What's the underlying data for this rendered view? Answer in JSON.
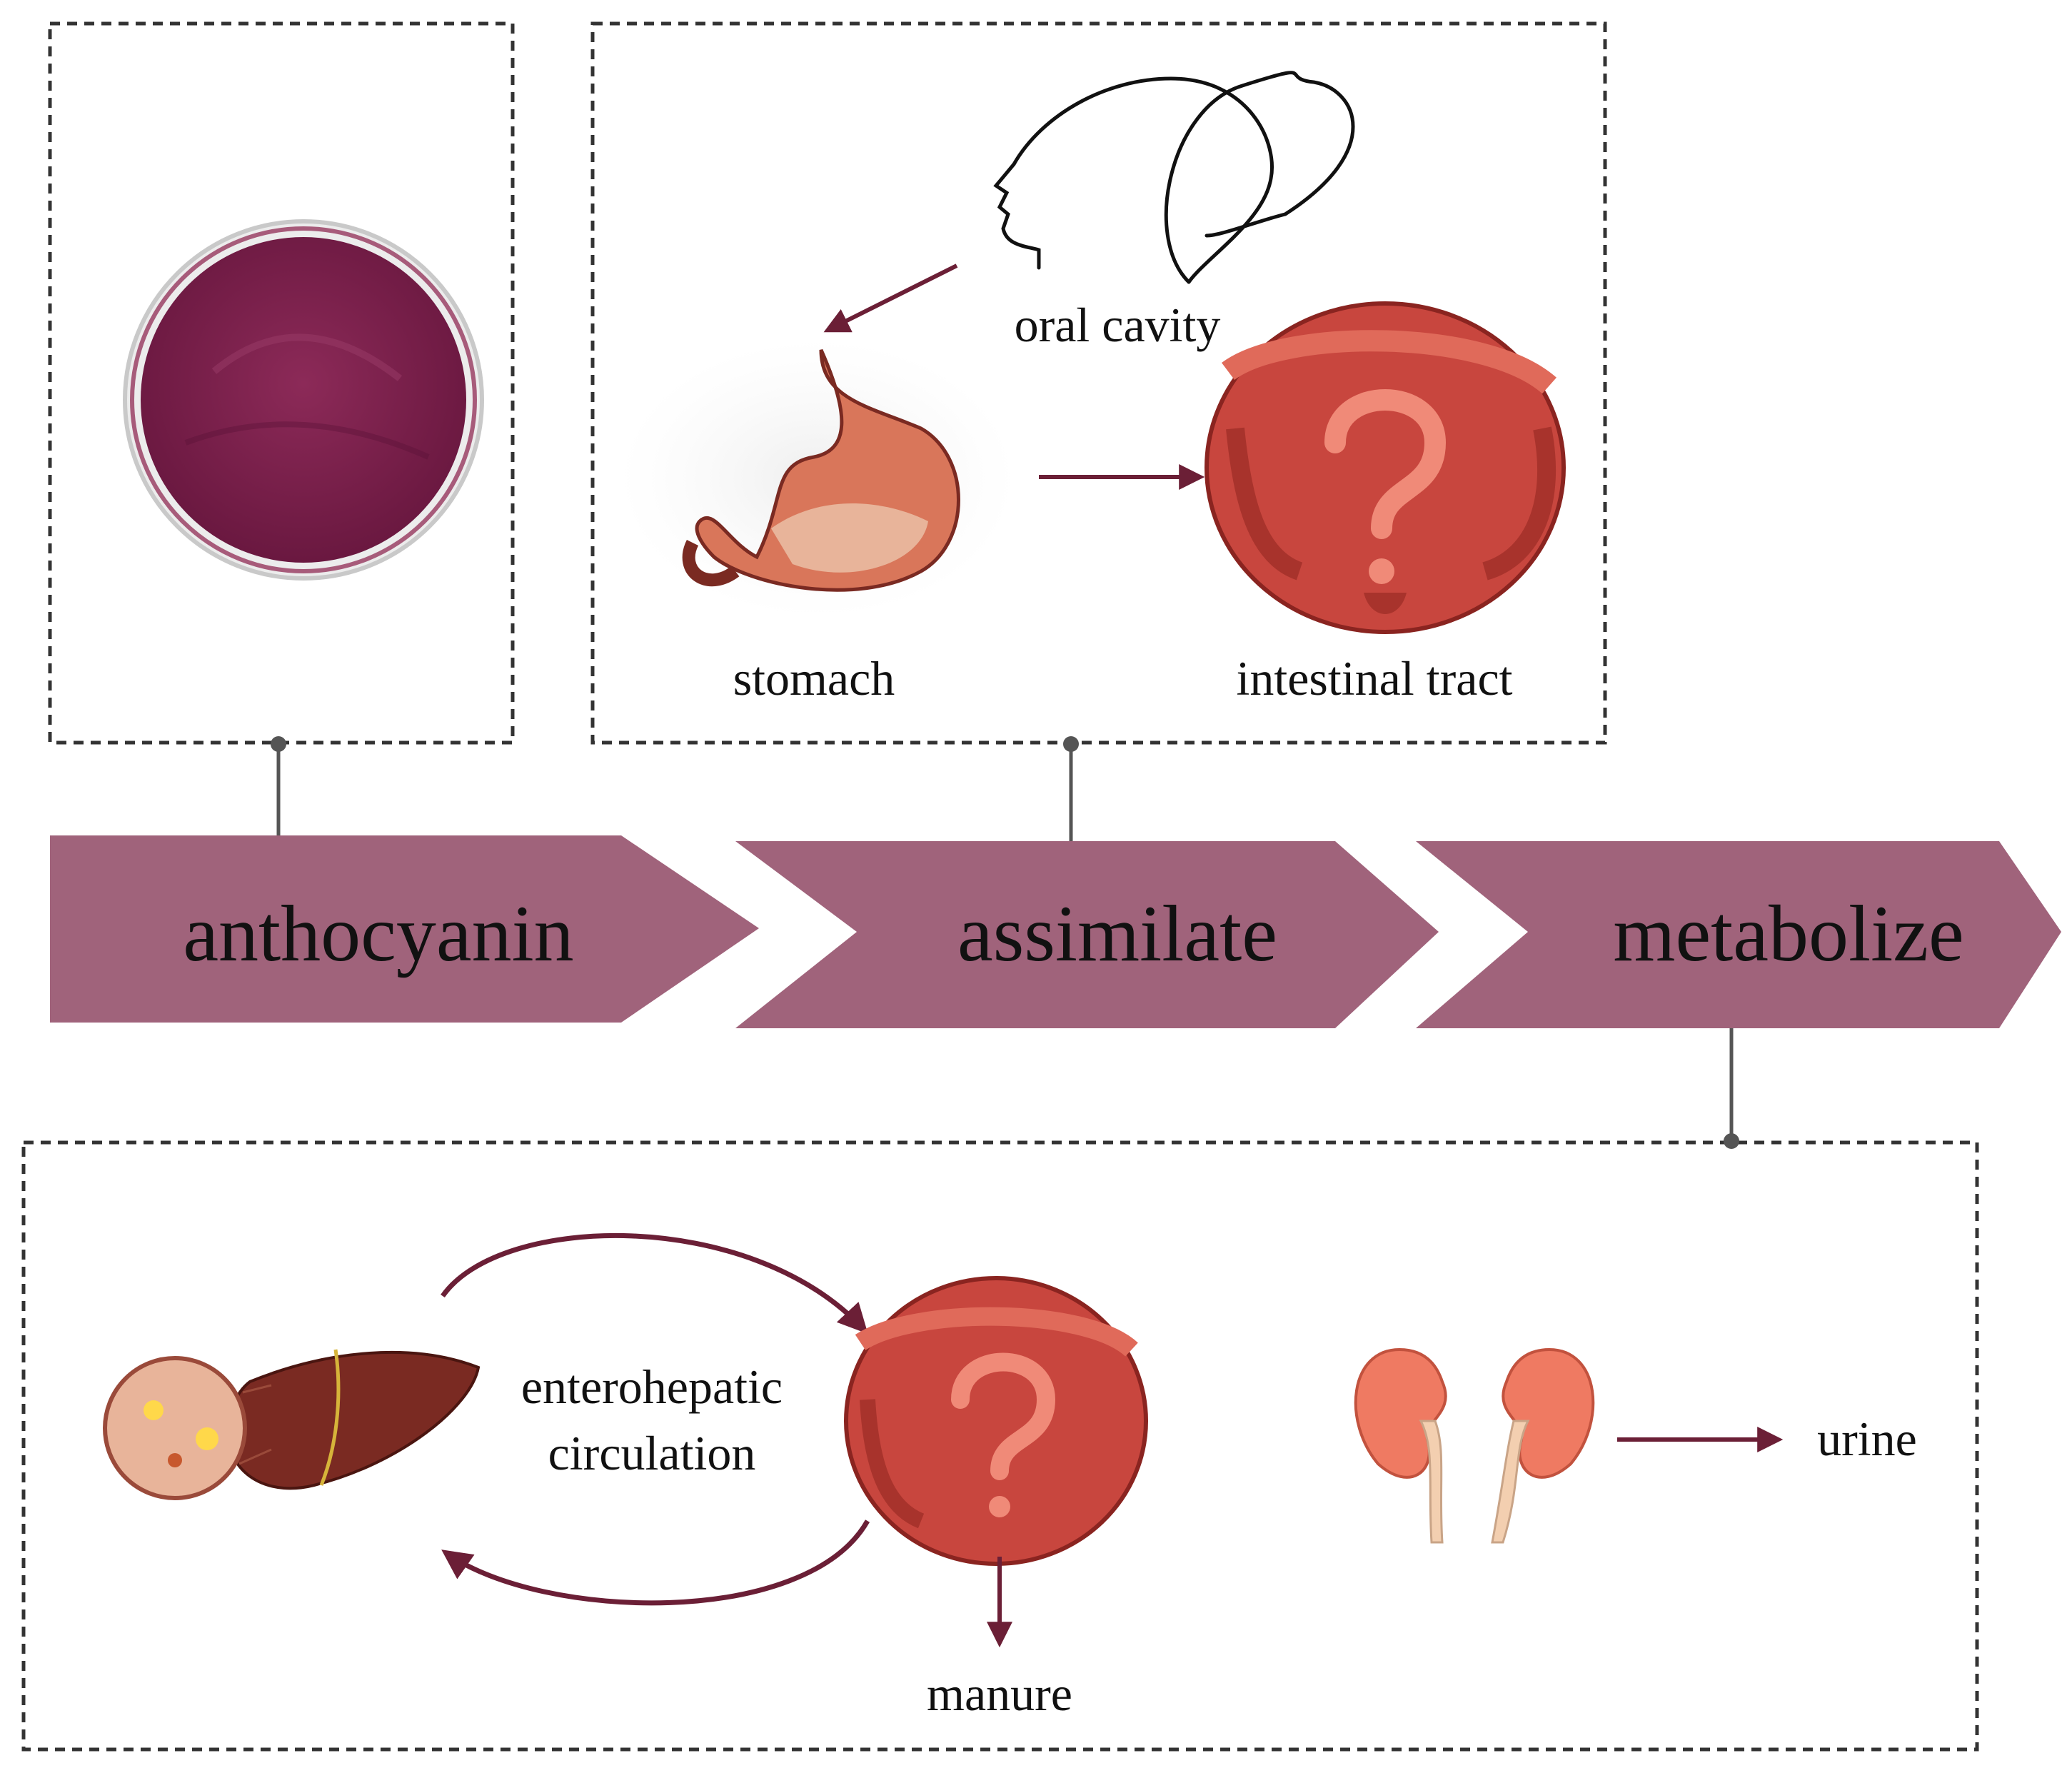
{
  "colors": {
    "arrow_fill": "#a0637b",
    "flow_arrow": "#6b1f36",
    "powder": "#7d1f4b",
    "organ_red": "#c8463e",
    "stomach": "#d9765a",
    "liver": "#7a2a22",
    "kidney": "#ef7a62",
    "ureter": "#f3cfb0"
  },
  "stages": {
    "anthocyanin": "anthocyanin",
    "assimilate": "assimilate",
    "metabolize": "metabolize"
  },
  "assimilate_panel": {
    "oral_cavity": "oral cavity",
    "stomach": "stomach",
    "intestinal_tract": "intestinal tract"
  },
  "metabolize_panel": {
    "enterohepatic_line1": "enterohepatic",
    "enterohepatic_line2": "circulation",
    "manure": "manure",
    "urine": "urine"
  },
  "icons": {
    "powder": "anthocyanin-powder-dish",
    "head": "head-profile",
    "stomach": "stomach",
    "intestine": "intestine-question",
    "liver": "liver-with-cell-zoom",
    "kidneys": "kidneys"
  }
}
